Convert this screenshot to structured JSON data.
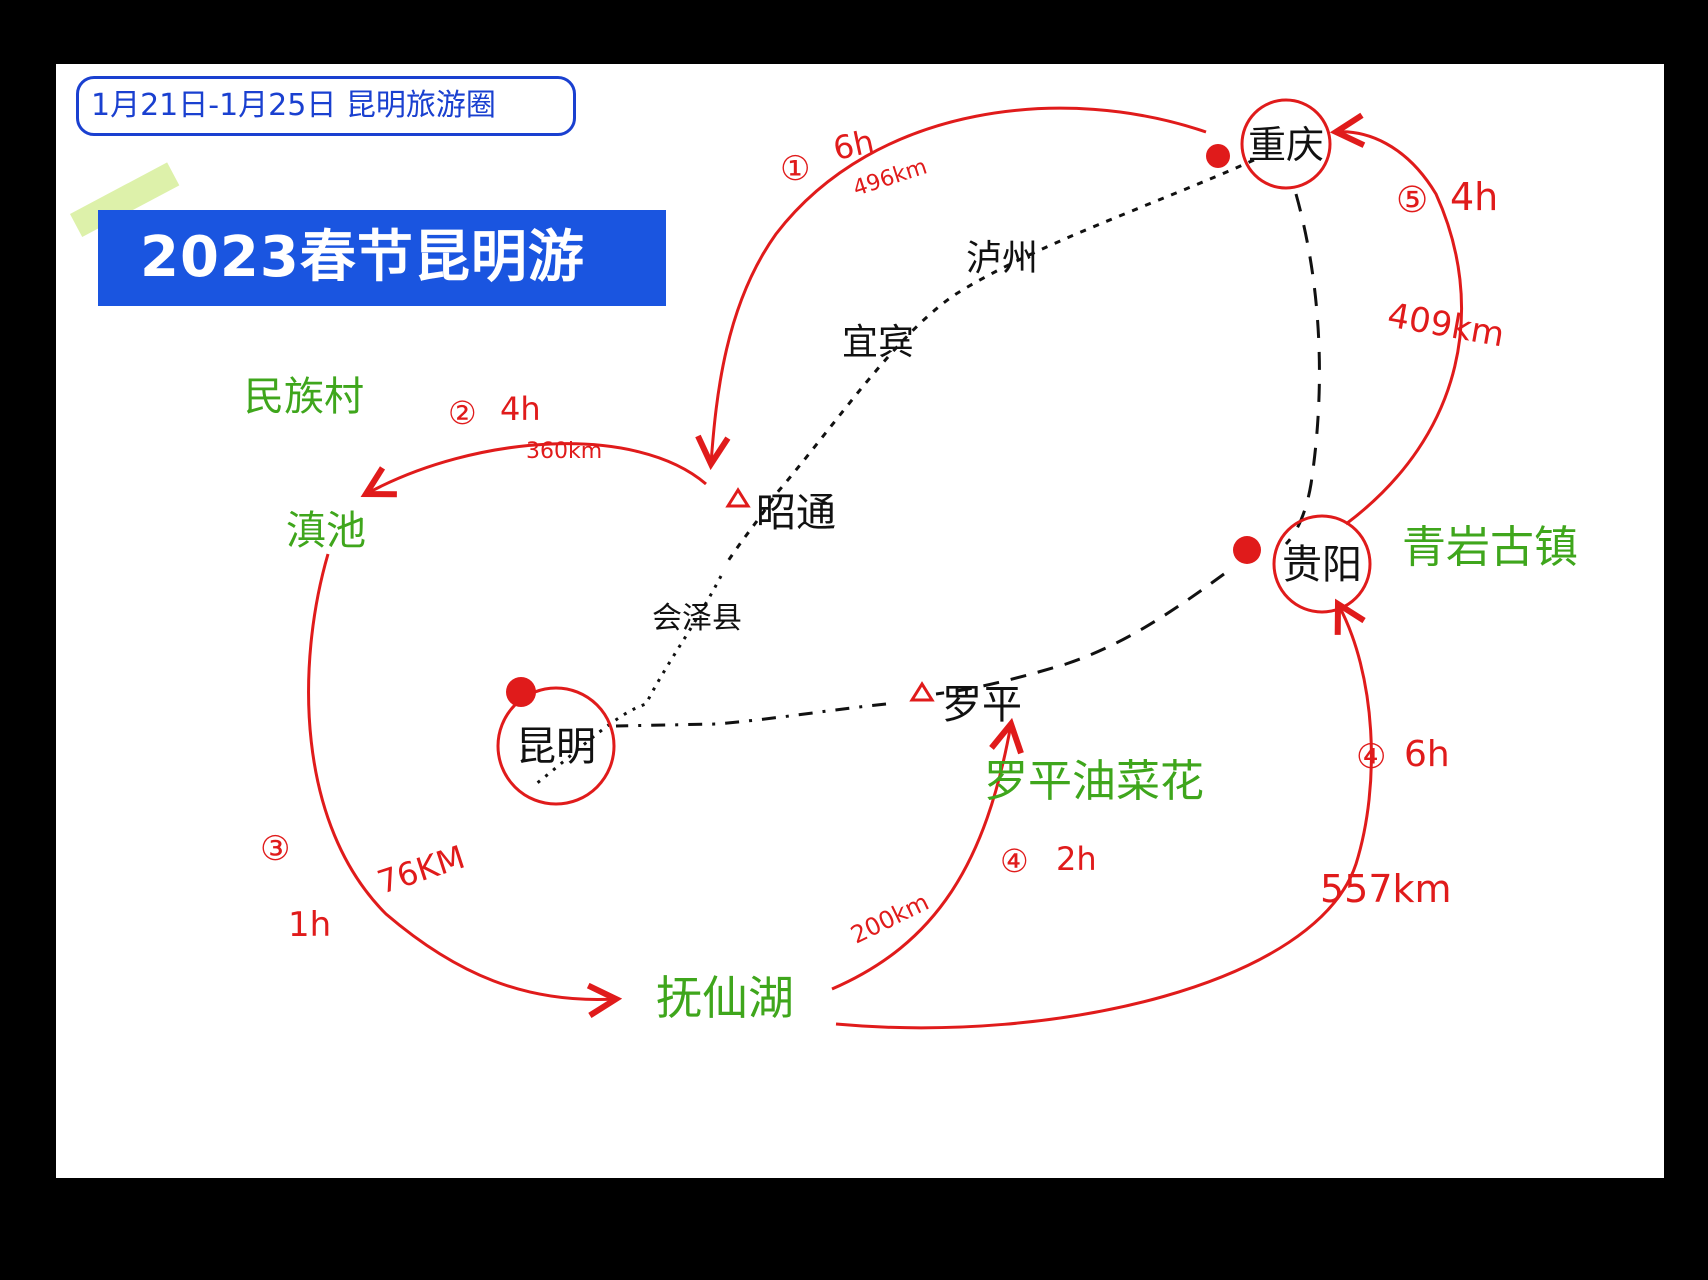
{
  "header": {
    "date_range": "1月21日-1月25日 昆明旅游圈",
    "title": "2023春节昆明游"
  },
  "colors": {
    "route": "#e01b1b",
    "city": "#111111",
    "attraction": "#3fa61c",
    "banner": "#1a55e0",
    "date_box": "#1a40d0"
  },
  "cities": {
    "chongqing": "重庆",
    "guiyang": "贵阳",
    "kunming": "昆明",
    "zhaotong": "昭通",
    "luoping": "罗平",
    "luzhou": "泸州",
    "yibin": "宜宾",
    "huize": "会泽县"
  },
  "attractions": {
    "minzucun": "民族村",
    "dianchi": "滇池",
    "fuxianhu": "抚仙湖",
    "luoping_flowers": "罗平油菜花",
    "qingyan": "青岩古镇"
  },
  "legs": [
    {
      "no": "①",
      "time": "6h",
      "distance": "496km"
    },
    {
      "no": "②",
      "time": "4h",
      "distance": "360km"
    },
    {
      "no": "③",
      "time": "1h",
      "distance": "76KM"
    },
    {
      "no": "④",
      "time": "2h",
      "distance": "200km"
    },
    {
      "no": "④",
      "time": "6h",
      "distance": "557km"
    },
    {
      "no": "⑤",
      "time": "4h",
      "distance": "409km"
    }
  ]
}
